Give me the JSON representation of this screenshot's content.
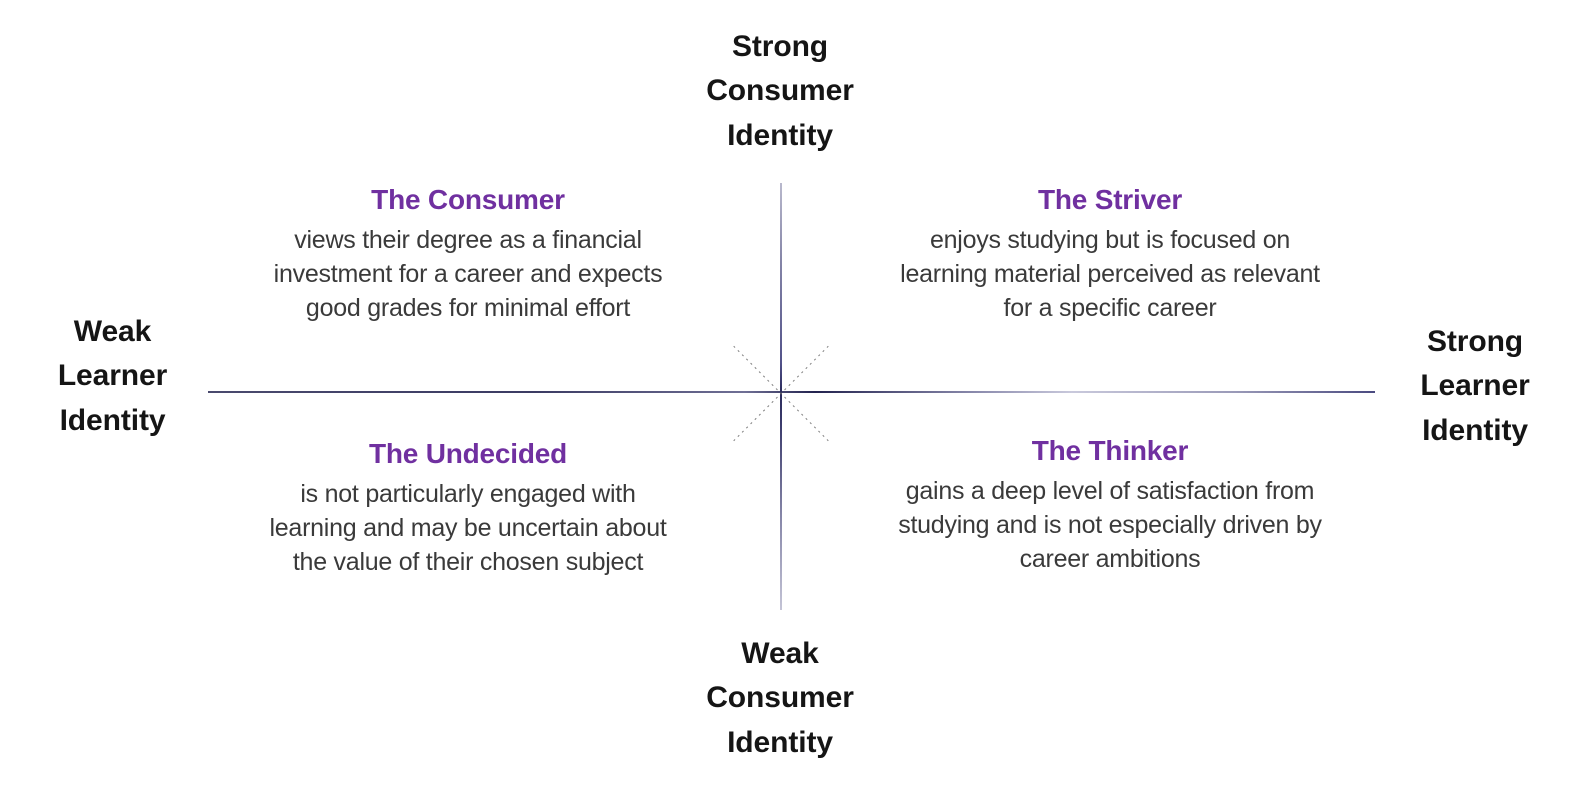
{
  "diagram": {
    "kind": "2x2-quadrant-matrix",
    "background_color": "#ffffff",
    "accent_color": "#7030A0",
    "axis_color": "#2b2b5c",
    "body_text_color": "#3a3a3a",
    "axis_label_color": "#151515"
  },
  "axes": {
    "top": {
      "name": "strong-consumer-identity",
      "lines": [
        "Strong",
        "Consumer",
        "Identity"
      ]
    },
    "bottom": {
      "name": "weak-consumer-identity",
      "lines": [
        "Weak",
        "Consumer",
        "Identity"
      ]
    },
    "left": {
      "name": "weak-learner-identity",
      "lines": [
        "Weak",
        "Learner",
        "Identity"
      ]
    },
    "right": {
      "name": "strong-learner-identity",
      "lines": [
        "Strong",
        "Learner",
        "Identity"
      ]
    }
  },
  "quadrants": [
    {
      "id": "consumer",
      "position": "top-left",
      "title": "The Consumer",
      "description_lines": [
        "views their degree as a financial",
        "investment for a career and expects",
        "good grades for minimal effort"
      ]
    },
    {
      "id": "striver",
      "position": "top-right",
      "title": "The Striver",
      "description_lines": [
        "enjoys studying but is focused on",
        "learning material perceived as relevant",
        "for a specific career"
      ]
    },
    {
      "id": "undecided",
      "position": "bottom-left",
      "title": "The Undecided",
      "description_lines": [
        "is not particularly engaged with",
        "learning and may be uncertain about",
        "the value of their chosen subject"
      ]
    },
    {
      "id": "thinker",
      "position": "bottom-right",
      "title": "The Thinker",
      "description_lines": [
        "gains a deep level of satisfaction from",
        "studying and is not especially driven by",
        "career ambitions"
      ]
    }
  ]
}
